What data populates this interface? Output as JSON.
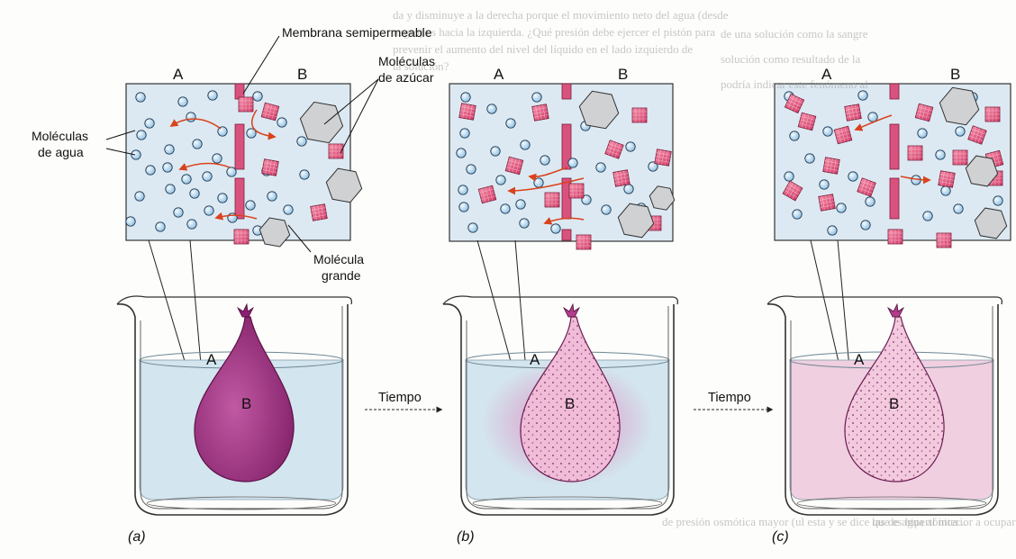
{
  "labels": {
    "membrana": "Membrana semipermeable",
    "moleculas_azucar_1": "Moléculas",
    "moleculas_azucar_2": "de azúcar",
    "moleculas_agua_1": "Moléculas",
    "moleculas_agua_2": "de agua",
    "molecula_grande_1": "Molécula",
    "molecula_grande_2": "grande",
    "side_a": "A",
    "side_b": "B",
    "tiempo": "Tiempo"
  },
  "captions": [
    "(a)",
    "(b)",
    "(c)"
  ],
  "bleed_text": {
    "top_middle_1": "da y disminuye a la derecha porque el movimiento neto del agua (desde",
    "top_middle_2": "negro) es hacia la izquierda. ¿Qué presión debe ejercer el pistón para",
    "top_middle_3": "prevenir el aumento del nivel del líquido en el lado izquierdo de",
    "top_middle_4": "la solución?",
    "top_right_1": "de una solución como la sangre",
    "top_right_2": "solución como resultado de la",
    "top_right_3": "podría indicar este fenómeno al",
    "bottom": "de presión osmótica mayor (ul esta y se dice que es hipertónica...",
    "bottom_right": "las de agua al interior a ocupar"
  },
  "colors": {
    "box_fill": "#dde9f2",
    "water_molecule": "#b7d7ee",
    "sugar": "#e0507a",
    "membrane": "#d8527d",
    "arrow": "#d9421c",
    "bag_dark": "#9d2a7f",
    "bag_light": "#f3d0e3",
    "glass_water": "#cfe3ec"
  },
  "icons": [
    "water-molecule-icon",
    "sugar-molecule-icon",
    "large-molecule-icon",
    "membrane-icon",
    "arrow-icon"
  ]
}
